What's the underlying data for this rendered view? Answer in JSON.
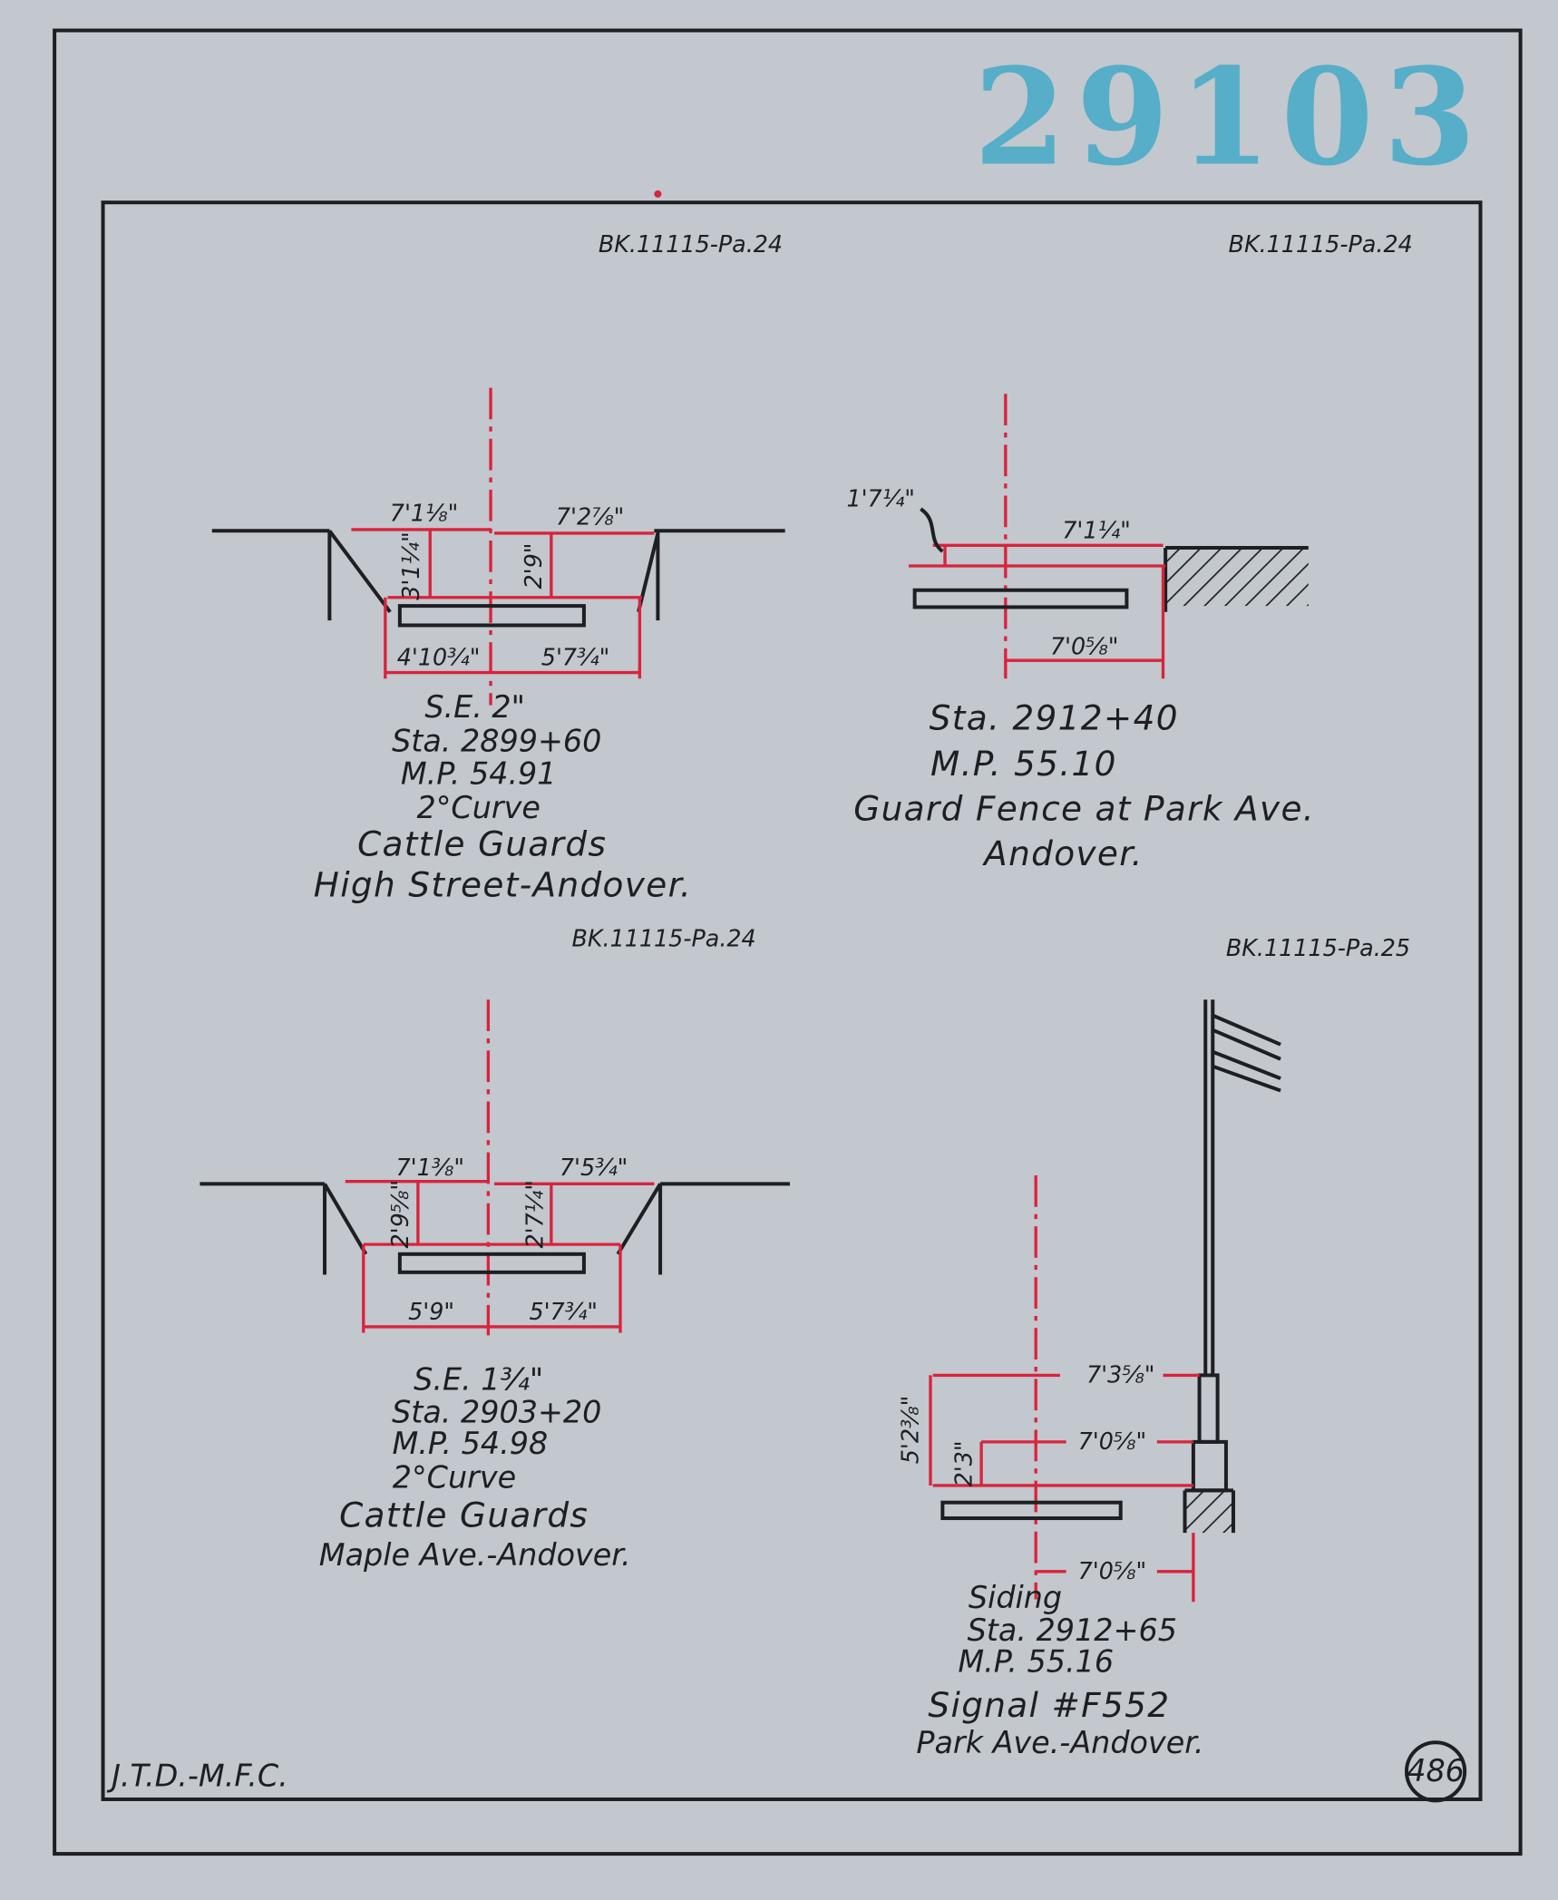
{
  "stamp": "29103",
  "page_number": "486",
  "draftsmen": "J.T.D.-M.F.C.",
  "colors": {
    "paper": "#c3c7ce",
    "ink": "#1d1f22",
    "red": "#d8243c",
    "stamp": "#3ba9c7"
  },
  "drawings": [
    {
      "ref": "BK.11115-Pa.24",
      "dims": [
        "7'1⅛\"",
        "7'2⅞\"",
        "3'1¼\"",
        "2'9\"",
        "4'10¾\"",
        "5'7¾\""
      ],
      "lines": [
        "S.E. 2\"",
        "Sta. 2899+60",
        "M.P. 54.91",
        "2°Curve",
        "Cattle Guards",
        "High Street-Andover."
      ]
    },
    {
      "ref": "BK.11115-Pa.24",
      "dims": [
        "1'7¼\"",
        "7'1¼\"",
        "7'0⅝\""
      ],
      "lines": [
        "Sta. 2912+40",
        "M.P. 55.10",
        "Guard Fence at Park Ave.",
        "Andover."
      ]
    },
    {
      "ref": "BK.11115-Pa.24",
      "dims": [
        "7'1⅜\"",
        "7'5¾\"",
        "2'9⅝\"",
        "2'7¼\"",
        "5'9\"",
        "5'7¾\""
      ],
      "lines": [
        "S.E. 1¾\"",
        "Sta. 2903+20",
        "M.P. 54.98",
        "2°Curve",
        "Cattle Guards",
        "Maple Ave.-Andover."
      ]
    },
    {
      "ref": "BK.11115-Pa.25",
      "dims": [
        "7'3⅝\"",
        "7'0⅝\"",
        "5'2⅜\"",
        "2'3\"",
        "7'0⅝\""
      ],
      "lines": [
        "Siding",
        "Sta. 2912+65",
        "M.P. 55.16",
        "Signal #F552",
        "Park Ave.-Andover."
      ]
    }
  ]
}
